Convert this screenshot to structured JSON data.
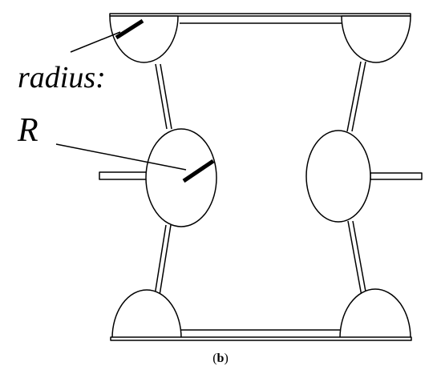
{
  "labels": {
    "radius": "radius:",
    "symbol": "R",
    "caption_open": "(",
    "caption_letter": "b",
    "caption_close": ")"
  },
  "colors": {
    "stroke": "#000000",
    "fill": "#ffffff"
  }
}
